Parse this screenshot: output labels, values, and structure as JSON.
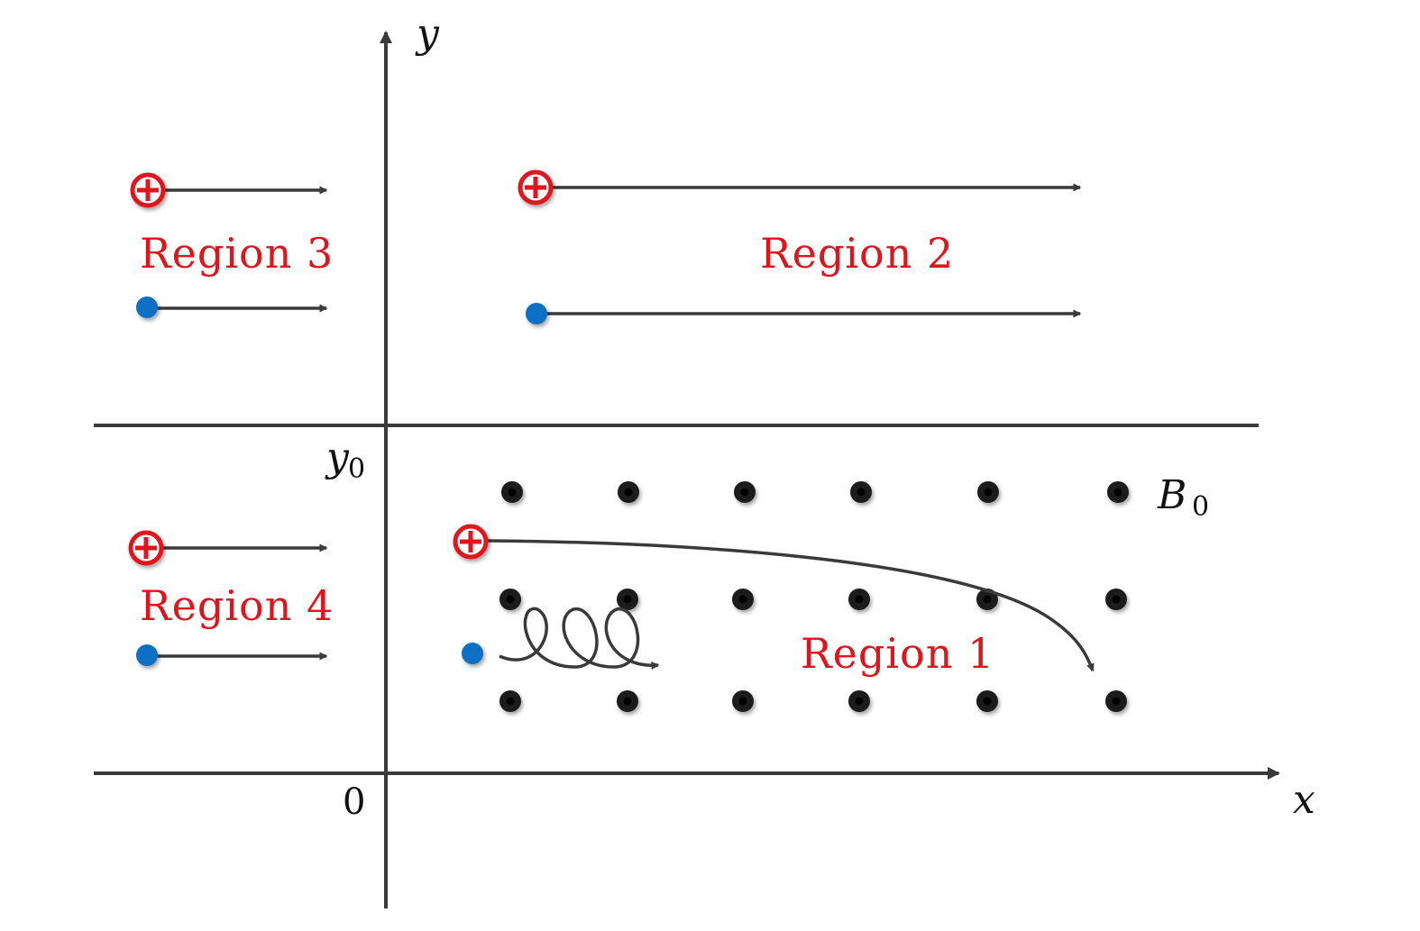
{
  "axes": {
    "x_label": "x",
    "y_label": "y",
    "origin_label": "0",
    "y0_main": "y",
    "y0_sub": "0"
  },
  "field": {
    "main": "B",
    "sub": "0"
  },
  "regions": [
    {
      "label": "Region 1"
    },
    {
      "label": "Region 2"
    },
    {
      "label": "Region 3"
    },
    {
      "label": "Region 4"
    }
  ],
  "colors": {
    "axis": "#3a3a3a",
    "ion": "#e0141b",
    "electron": "#0a6fc2",
    "field_dot": "#1a1a1a",
    "label": "#e0141b"
  },
  "icons": {
    "ion": "circled-plus-icon",
    "electron": "filled-circle-icon",
    "field": "dot-out-of-page-icon"
  }
}
